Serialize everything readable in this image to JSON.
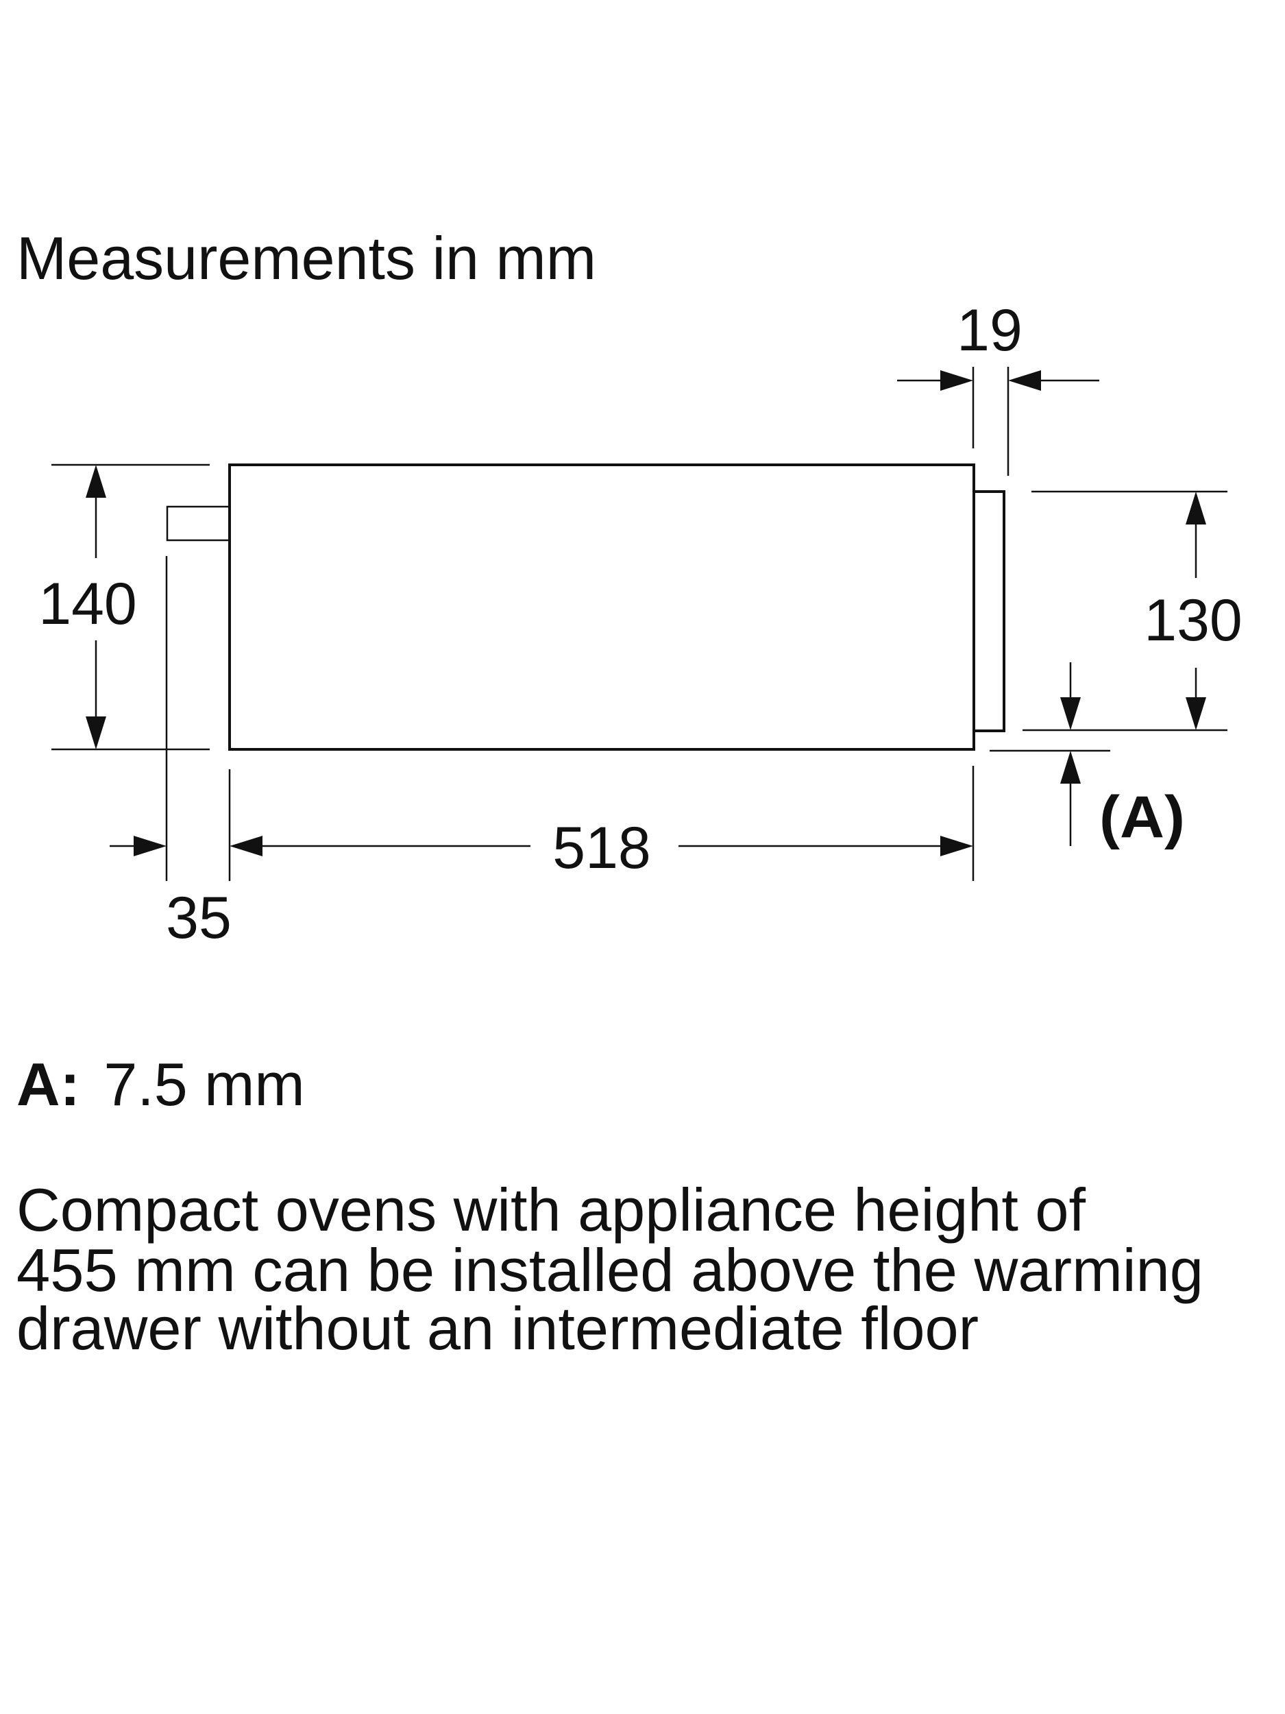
{
  "title": "Measurements in mm",
  "dimensions": {
    "front_panel_depth": "19",
    "height": "140",
    "front_height": "130",
    "depth": "518",
    "rear_offset": "35",
    "gap_label": "(A)"
  },
  "note_a": {
    "label": "A:",
    "value": "7.5 mm"
  },
  "description": [
    "Compact ovens with appliance height of",
    "455 mm can be installed above the warming",
    "drawer without an intermediate floor"
  ]
}
